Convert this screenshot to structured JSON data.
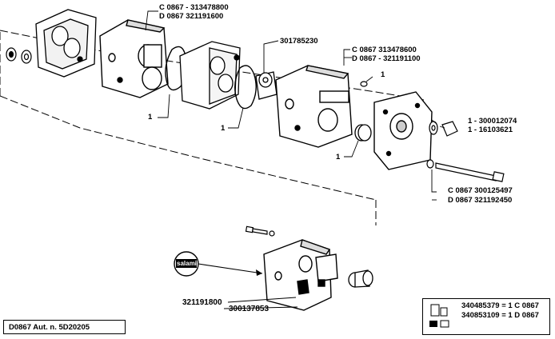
{
  "labels": {
    "top_center_c": "C 0867 - 313478800",
    "top_center_d": "D 0867   321191600",
    "mid_part": "301785230",
    "right_c": "C 0867   313478600",
    "right_d": "D 0867 - 321191100",
    "small_pin_qty": "1",
    "washer_code": "1 - 300012074",
    "nut_code": "1 - 16103621",
    "seal_left_qty": "1",
    "seal_mid_qty": "1",
    "seal_right_qty": "1",
    "bolt_c": "C 0867   300125497",
    "bolt_d": "D 0867   321192450",
    "logo_text": "salami",
    "assembly_code": "321191800",
    "sub_code": "300137853"
  },
  "footer": {
    "approval": "D0867 Aut. n. 5D20205"
  },
  "legend": {
    "row1": "340485379 = 1  C 0867",
    "row2": "340853109 = 1  D 0867"
  },
  "colors": {
    "ink": "#000000",
    "paper": "#ffffff",
    "shade": "#cfcfcf"
  }
}
